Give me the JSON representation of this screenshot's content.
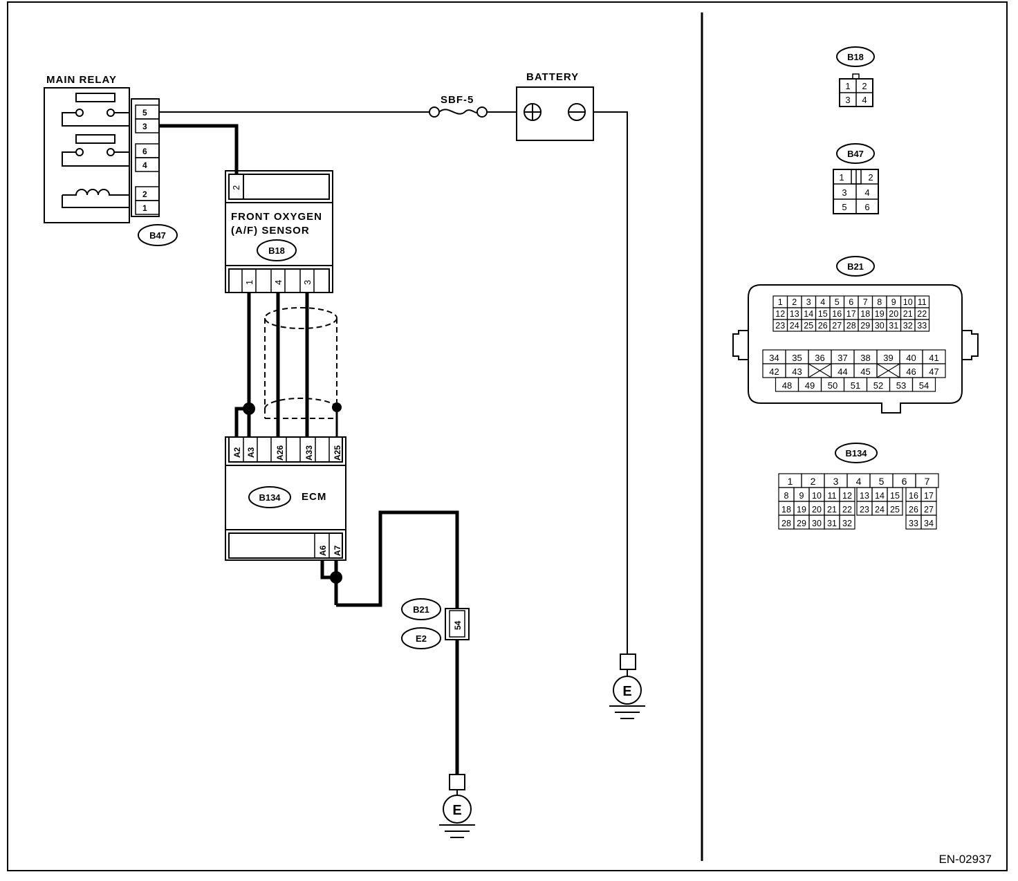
{
  "labels": {
    "main_relay": "MAIN RELAY",
    "battery": "BATTERY",
    "fuse": "SBF-5",
    "sensor_line1": "FRONT OXYGEN",
    "sensor_line2": "(A/F) SENSOR",
    "ecm": "ECM",
    "ground": "E",
    "figure_code": "EN-02937"
  },
  "connectors": {
    "relay": "B47",
    "sensor": "B18",
    "ecm": "B134",
    "joint": "B21",
    "ground_point": "E2"
  },
  "relay_pins": [
    "5",
    "3",
    "6",
    "4",
    "2",
    "1"
  ],
  "sensor_pins": {
    "top": "2",
    "bottom": [
      "1",
      "4",
      "3"
    ]
  },
  "ecm_pins": {
    "top": [
      "A2",
      "A3",
      "A26",
      "A33",
      "A25"
    ],
    "bottom": [
      "A6",
      "A7"
    ]
  },
  "joint_pin": "54",
  "views": {
    "b18": {
      "name": "B18",
      "rows": [
        [
          "1",
          "2"
        ],
        [
          "3",
          "4"
        ]
      ]
    },
    "b47": {
      "name": "B47",
      "rows": [
        [
          "1",
          "2"
        ],
        [
          "3",
          "4"
        ],
        [
          "5",
          "6"
        ]
      ]
    },
    "b21": {
      "name": "B21",
      "rows_top": [
        [
          "1",
          "2",
          "3",
          "4",
          "5",
          "6",
          "7",
          "8",
          "9",
          "10",
          "11"
        ],
        [
          "12",
          "13",
          "14",
          "15",
          "16",
          "17",
          "18",
          "19",
          "20",
          "21",
          "22"
        ],
        [
          "23",
          "24",
          "25",
          "26",
          "27",
          "28",
          "29",
          "30",
          "31",
          "32",
          "33"
        ]
      ],
      "rows_bottom": [
        [
          "34",
          "35",
          "36",
          "37",
          "38",
          "39",
          "40",
          "41"
        ],
        [
          "42",
          "43",
          "44",
          "45",
          "46",
          "47"
        ],
        [
          "48",
          "49",
          "50",
          "51",
          "52",
          "53",
          "54"
        ]
      ]
    },
    "b134": {
      "name": "B134",
      "rows": [
        [
          "1",
          "2",
          "3",
          "4",
          "5",
          "6",
          "7"
        ],
        [
          "8",
          "9",
          "10",
          "11",
          "12",
          "13",
          "14",
          "15",
          "16",
          "17"
        ],
        [
          "18",
          "19",
          "20",
          "21",
          "22",
          "23",
          "24",
          "25",
          "26",
          "27"
        ],
        [
          "28",
          "29",
          "30",
          "31",
          "32",
          "33",
          "34"
        ]
      ]
    }
  }
}
